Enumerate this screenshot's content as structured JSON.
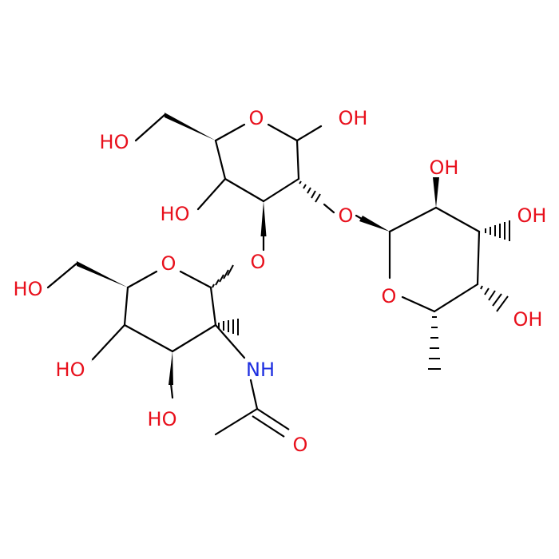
{
  "colors": {
    "bond": "#000000",
    "oxygen": "#e8101c",
    "nitrogen": "#1d2ee0",
    "background": "#ffffff"
  },
  "labels": {
    "ring1_oxygen": "O",
    "ring1_anomeric_oh": "OH",
    "ring1_ch2oh": "HO",
    "ring1_c4_oh": "HO",
    "ring1_glycosidic_o3": "O",
    "ring1_glycosidic_o2": "O",
    "ring2_oxygen": "O",
    "ring2_ch2oh": "HO",
    "ring2_c4_oh": "HO",
    "ring2_c3_oh": "HO",
    "ring2_nh": "NH",
    "acetyl_o": "O",
    "ring3_oxygen": "O",
    "ring3_c2_oh": "OH",
    "ring3_c3_oh": "OH",
    "ring3_c4_oh": "OH"
  }
}
